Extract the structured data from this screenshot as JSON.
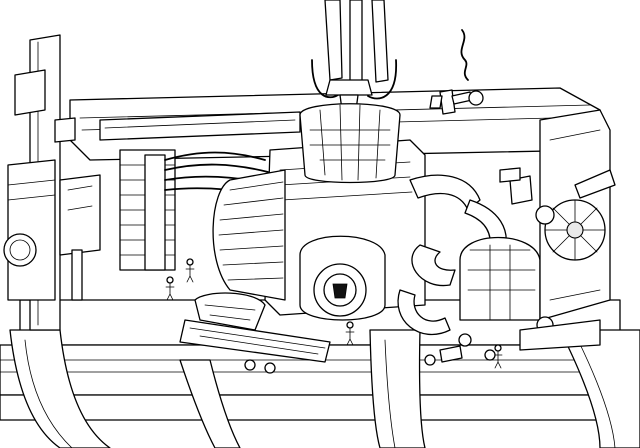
{
  "scene": {
    "style": "black line art on white background",
    "colors": {
      "line": "#000000",
      "fill": "#ffffff",
      "shade": "#e9e9e9"
    },
    "objects": [
      "hanging-cables",
      "cable-hook",
      "drive-motor",
      "turbine-housing",
      "cooling-pipes",
      "gear-assembly",
      "wooden-plank",
      "ladder-frame",
      "curved-rails",
      "tiny-figures",
      "floating-wrench-icon"
    ]
  }
}
